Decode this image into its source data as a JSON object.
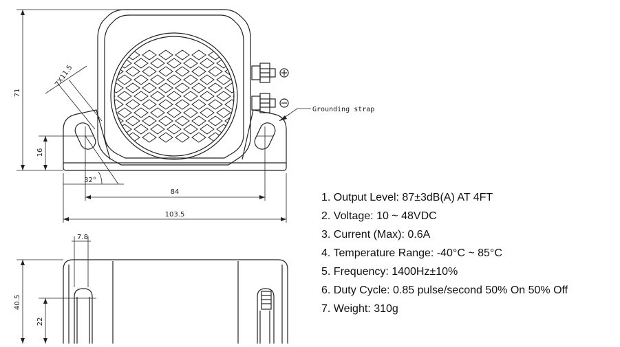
{
  "drawing": {
    "top_view": {
      "height_dim": "71",
      "mount_height_dim": "16",
      "slot_dim": "7X11.5",
      "angle_dim": "32°",
      "hole_spacing_dim": "84",
      "overall_width_dim": "103.5",
      "plus_symbol": "⊕",
      "minus_symbol": "⊖",
      "grounding_label": "Grounding strap"
    },
    "side_view": {
      "slot_width_dim": "7.8",
      "depth_dim": "40.5",
      "slot_height_dim": "22"
    }
  },
  "specs": [
    "1. Output Level: 87±3dB(A) AT 4FT",
    "2. Voltage: 10 ~ 48VDC",
    "3. Current (Max): 0.6A",
    "4. Temperature Range: -40°C ~  85°C",
    "5. Frequency: 1400Hz±10%",
    "6. Duty Cycle: 0.85 pulse/second 50% On 50% Off",
    "7. Weight: 310g"
  ],
  "colors": {
    "line": "#222222",
    "background": "#ffffff"
  }
}
